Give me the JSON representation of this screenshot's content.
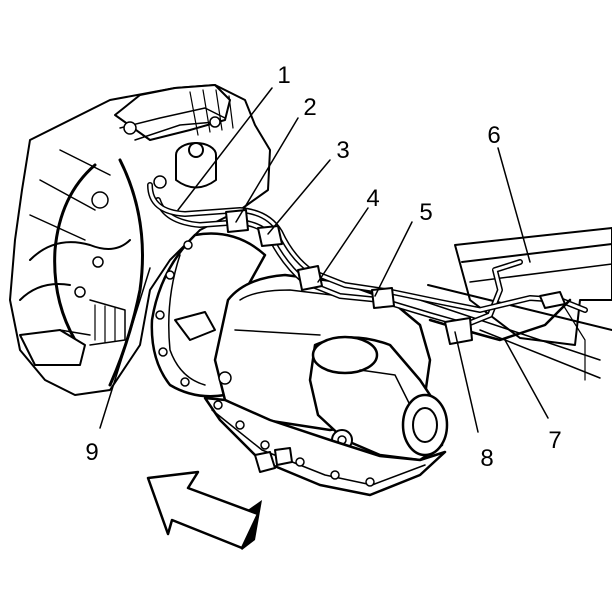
{
  "callouts": [
    {
      "id": "1",
      "label": "1"
    },
    {
      "id": "2",
      "label": "2"
    },
    {
      "id": "3",
      "label": "3"
    },
    {
      "id": "4",
      "label": "4"
    },
    {
      "id": "5",
      "label": "5"
    },
    {
      "id": "6",
      "label": "6"
    },
    {
      "id": "7",
      "label": "7"
    },
    {
      "id": "8",
      "label": "8"
    },
    {
      "id": "9",
      "label": "9"
    }
  ],
  "colors": {
    "ink": "#000000",
    "paper": "#ffffff"
  },
  "icons": {
    "direction_arrow": "front-direction-arrow-icon"
  }
}
